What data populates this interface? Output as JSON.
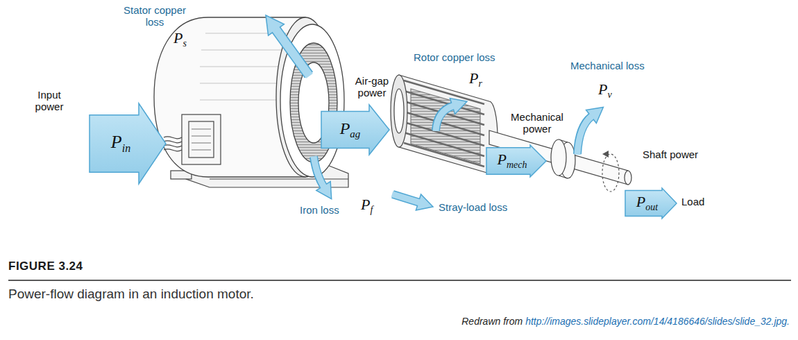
{
  "diagram": {
    "title": "FIGURE 3.24",
    "caption": "Power-flow diagram in an induction motor.",
    "nodes": [
      {
        "text": [
          "P",
          "in"
        ]
      },
      {
        "text": [
          "P",
          "ag"
        ]
      },
      {
        "text": [
          "P",
          "mech"
        ]
      },
      {
        "text": [
          "P",
          "out"
        ]
      }
    ],
    "labels": [
      "Stator copper loss",
      "P",
      "s",
      "Input power",
      "Air-gap power",
      "Rotor copper loss",
      "P",
      "r",
      "Mechanical loss",
      "P",
      "v",
      "Mechanical power",
      "Shaft power",
      "Load",
      "Iron loss",
      "P",
      "f",
      "Stray-load loss",
      "Redrawn from",
      "http://images.slideplayer.com/14/4186646/slides/slide_32.jpg."
    ]
  }
}
